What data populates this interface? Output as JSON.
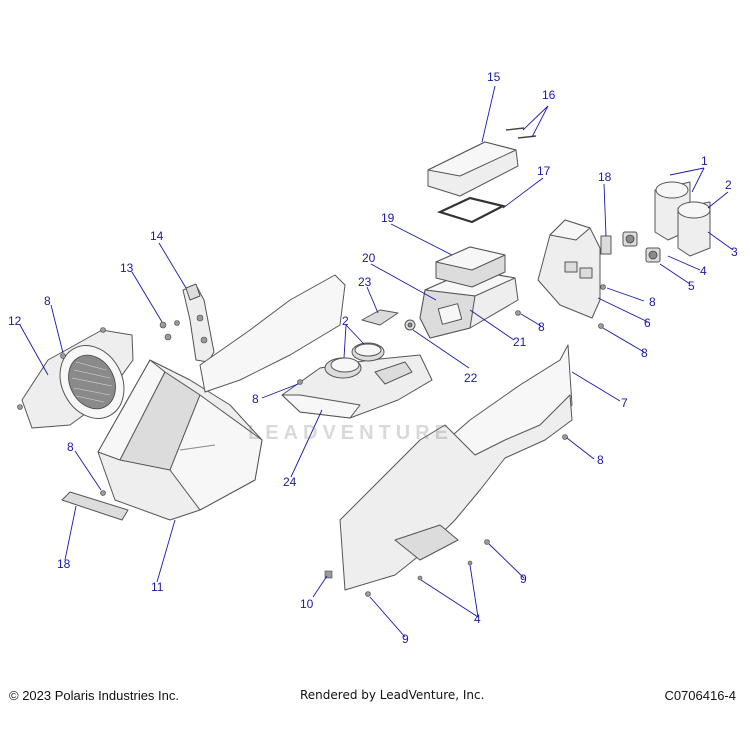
{
  "diagram": {
    "callouts": [
      "1",
      "2",
      "3",
      "4",
      "5",
      "6",
      "7",
      "8",
      "9",
      "10",
      "11",
      "12",
      "13",
      "14",
      "15",
      "16",
      "17",
      "18",
      "19",
      "20",
      "21",
      "22",
      "23",
      "24"
    ],
    "watermark": "LEADVENTURE"
  },
  "footer": {
    "copyright": "© 2023 Polaris Industries Inc.",
    "rendered_by": "Rendered by LeadVenture, Inc.",
    "diagram_code": "C0706416-4"
  }
}
